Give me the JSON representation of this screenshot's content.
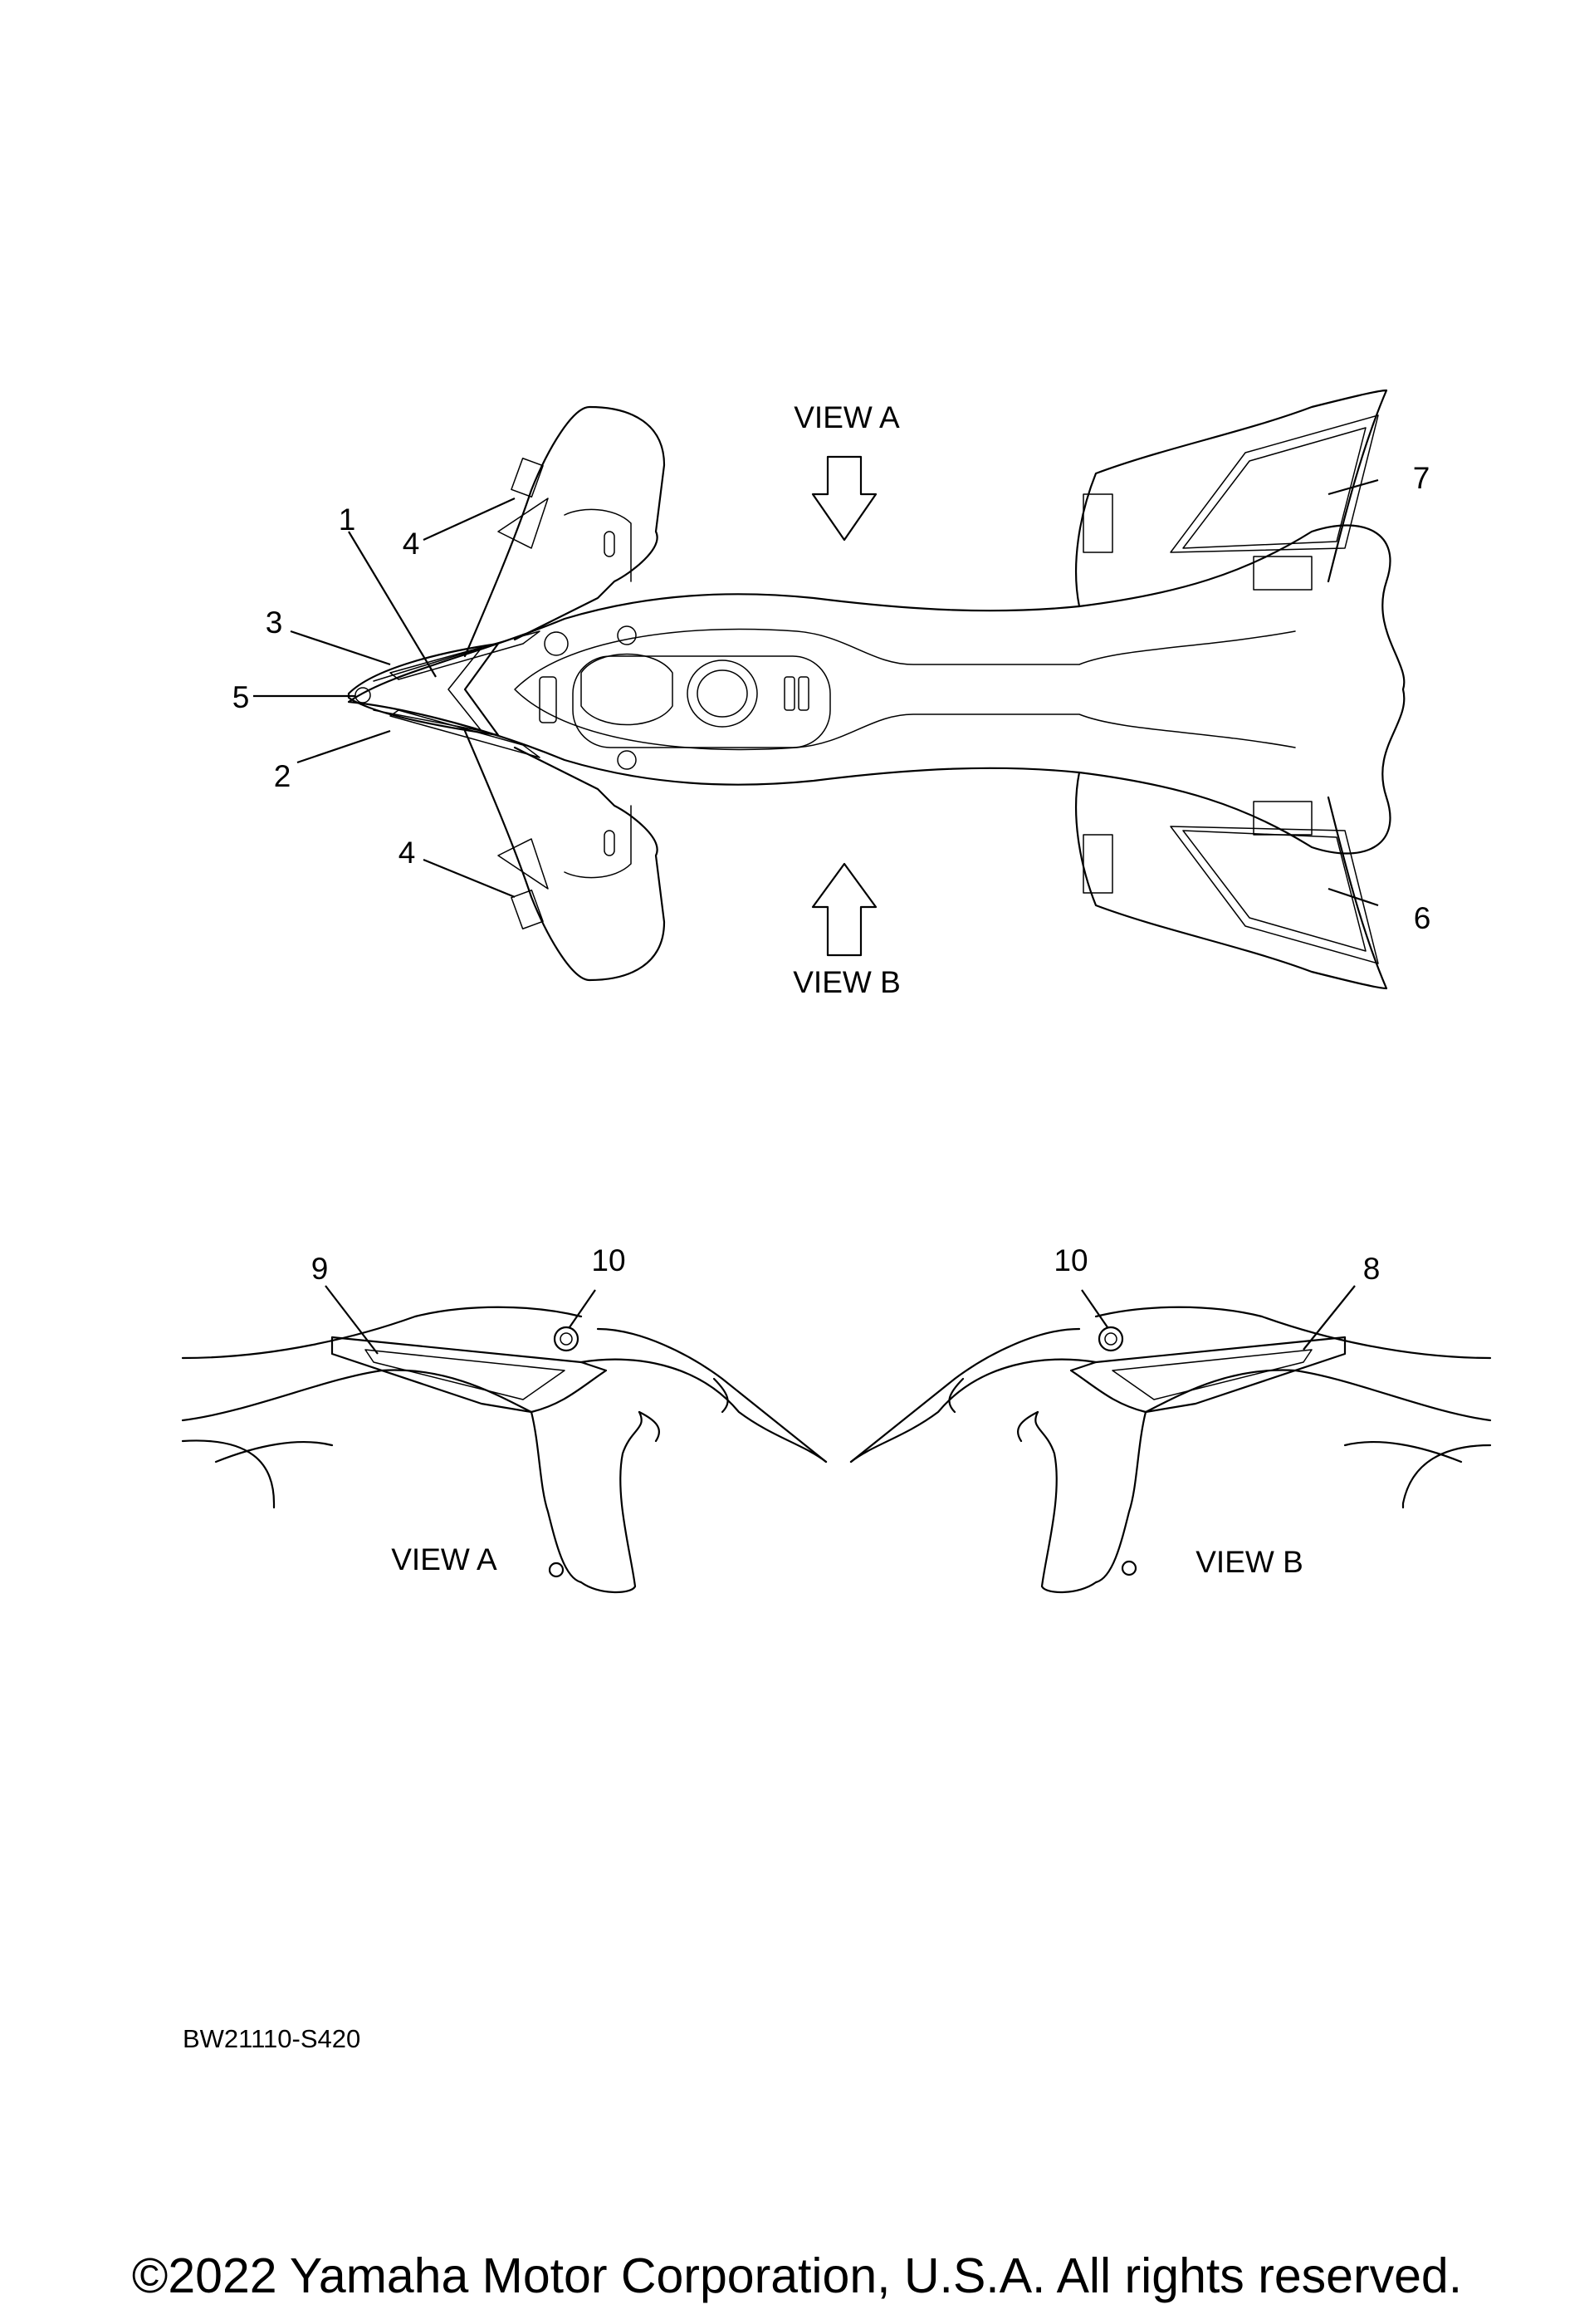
{
  "callouts": {
    "c1": "1",
    "c2": "2",
    "c3": "3",
    "c4a": "4",
    "c4b": "4",
    "c5": "5",
    "c6": "6",
    "c7": "7",
    "c8": "8",
    "c9": "9",
    "c10a": "10",
    "c10b": "10"
  },
  "views": {
    "top_a": "VIEW A",
    "top_b": "VIEW B",
    "side_a": "VIEW A",
    "side_b": "VIEW B"
  },
  "diagram_code": "BW21110-S420",
  "copyright": "©2022 Yamaha Motor Corporation, U.S.A. All rights reserved."
}
